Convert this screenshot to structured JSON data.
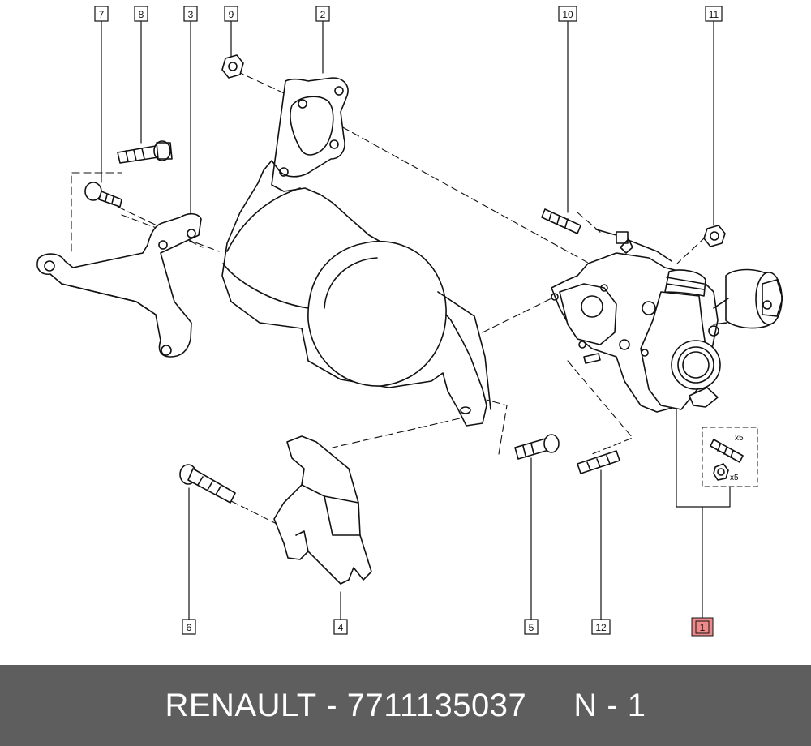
{
  "diagram": {
    "callouts": [
      {
        "id": "c7",
        "label": "7"
      },
      {
        "id": "c8",
        "label": "8"
      },
      {
        "id": "c3",
        "label": "3"
      },
      {
        "id": "c9",
        "label": "9"
      },
      {
        "id": "c2",
        "label": "2"
      },
      {
        "id": "c10",
        "label": "10"
      },
      {
        "id": "c11",
        "label": "11"
      },
      {
        "id": "c6",
        "label": "6"
      },
      {
        "id": "c4",
        "label": "4"
      },
      {
        "id": "c5",
        "label": "5"
      },
      {
        "id": "c12",
        "label": "12"
      },
      {
        "id": "c1",
        "label": "1"
      }
    ],
    "highlight_callout": "1",
    "highlight_color": "#f08a8a",
    "kit_quantities": {
      "studs": "x5",
      "nuts": "x5"
    }
  },
  "footer": {
    "brand": "RENAULT",
    "separator": "-",
    "part_number": "7711135037",
    "suffix": "N - 1",
    "background_color": "#5e5e5e"
  }
}
